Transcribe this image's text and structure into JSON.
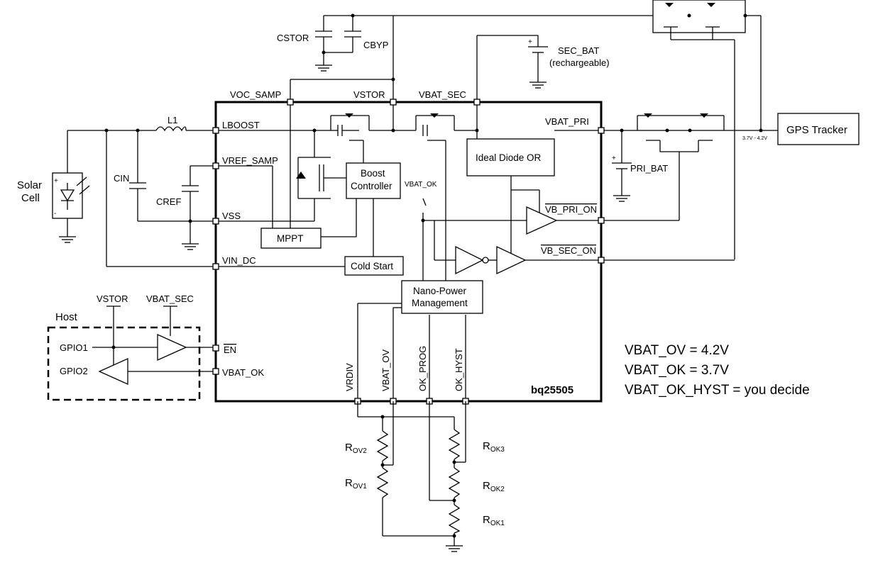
{
  "chip_name": "bq25505",
  "pins": {
    "voc_samp": "VOC_SAMP",
    "vstor": "VSTOR",
    "vbat_sec": "VBAT_SEC",
    "lboost": "LBOOST",
    "vbat_pri": "VBAT_PRI",
    "vref_samp": "VREF_SAMP",
    "vss": "VSS",
    "vin_dc": "VIN_DC",
    "en": "EN",
    "vbat_ok": "VBAT_OK",
    "vb_pri_on": "VB_PRI_ON",
    "vb_sec_on": "VB_SEC_ON",
    "vrdiv": "VRDIV",
    "vbat_ov": "VBAT_OV",
    "ok_prog": "OK_PROG",
    "ok_hyst": "OK_HYST"
  },
  "blocks": {
    "boost_controller_1": "Boost",
    "boost_controller_2": "Controller",
    "mppt": "MPPT",
    "cold_start": "Cold Start",
    "ideal_diode": "Ideal Diode OR",
    "nano_1": "Nano-Power",
    "nano_2": "Management",
    "vbat_ok_switch": "VBAT_OK"
  },
  "components": {
    "l1": "L1",
    "cin": "CIN",
    "cref": "CREF",
    "cstor": "CSTOR",
    "cbyp": "CBYP",
    "sec_bat": "SEC_BAT",
    "sec_bat_note": "(rechargeable)",
    "pri_bat": "PRI_BAT",
    "solar_1": "Solar",
    "solar_2": "Cell",
    "gps_tracker": "GPS Tracker",
    "supply_range": "3.7V - 4.2V"
  },
  "host": {
    "title": "Host",
    "gpio1": "GPIO1",
    "gpio2": "GPIO2",
    "vstor": "VSTOR",
    "vbat_sec": "VBAT_SEC"
  },
  "resistors": {
    "rov2": "R",
    "rov2_sub": "OV2",
    "rov1": "R",
    "rov1_sub": "OV1",
    "rok3": "R",
    "rok3_sub": "OK3",
    "rok2": "R",
    "rok2_sub": "OK2",
    "rok1": "R",
    "rok1_sub": "OK1"
  },
  "notes": {
    "line1": "VBAT_OV = 4.2V",
    "line2": "VBAT_OK = 3.7V",
    "line3": "VBAT_OK_HYST = you decide"
  }
}
